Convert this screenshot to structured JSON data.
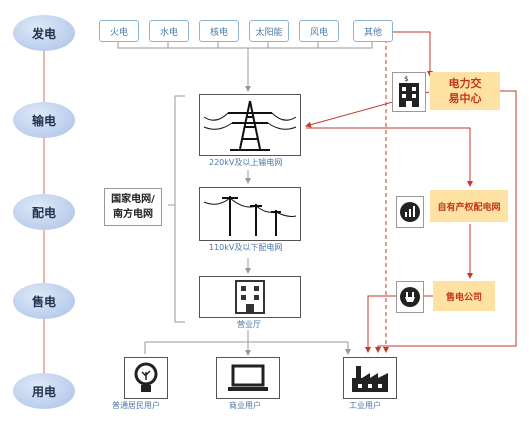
{
  "stages": [
    "发电",
    "输电",
    "配电",
    "售电",
    "用电"
  ],
  "generation_sources": [
    "火电",
    "水电",
    "核电",
    "太阳能",
    "风电",
    "其他"
  ],
  "grid_company": [
    "国家电网/",
    "南方电网"
  ],
  "transmission_caption": "220kV及以上输电网",
  "distribution_caption": "110kV及以下配电网",
  "sales_office_caption": "营业厅",
  "market": [
    "电力交",
    "易中心"
  ],
  "self_grid": "自有产权配电网",
  "retail_company": "售电公司",
  "users": {
    "residential": "普通居民用户",
    "commercial": "商业用户",
    "industrial": "工业用户"
  },
  "colors": {
    "stage_bubble": "#b9cdec",
    "flow_gray": "#9a9a9a",
    "market_red": "#c0392b",
    "label_blue": "#4a78a8",
    "orange_box": "#fde2a3"
  },
  "icons": [
    "transmission-tower-icon",
    "distribution-poles-icon",
    "office-building-icon",
    "dollar-building-icon",
    "growth-chart-icon",
    "power-plug-icon",
    "light-bulb-icon",
    "laptop-icon",
    "factory-icon"
  ]
}
